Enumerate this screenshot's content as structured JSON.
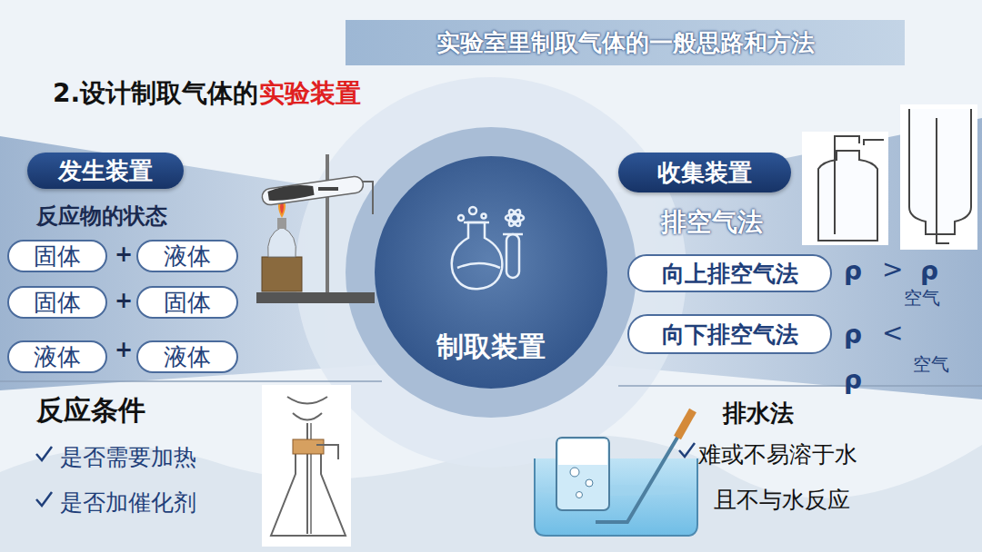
{
  "diagram": {
    "title": "实验室里制取气体的一般思路和方法",
    "nodes": [
      {
        "text": [
          "发生装置"
        ]
      },
      {
        "text": [
          "固体"
        ]
      },
      {
        "text": [
          "液体"
        ]
      },
      {
        "text": [
          "固体"
        ]
      },
      {
        "text": [
          "固体"
        ]
      },
      {
        "text": [
          "液体"
        ]
      },
      {
        "text": [
          "液体"
        ]
      },
      {
        "text": [
          "制取装置"
        ]
      },
      {
        "text": [
          "收集装置"
        ]
      },
      {
        "text": [
          "向上排空气法"
        ]
      },
      {
        "text": [
          "向下排空气法"
        ]
      }
    ],
    "labels": [
      "2.设计制取气体的",
      "实验装置",
      "反应物的状态",
      "+",
      "+",
      "+",
      "反应条件",
      "是否需要加热",
      "是否加催化剂",
      "排空气法",
      "ρ",
      ">",
      "ρ",
      "空气",
      "ρ",
      "<",
      "ρ",
      "空气",
      "排水法",
      "难或不易溶于水",
      "且不与水反应"
    ]
  }
}
